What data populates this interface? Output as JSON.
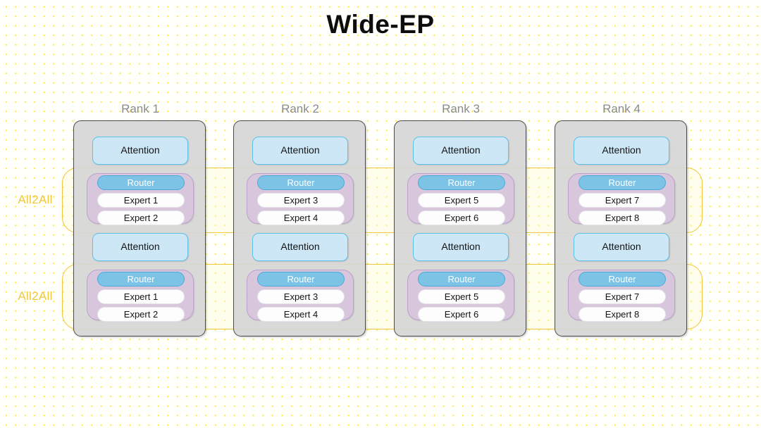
{
  "title": "Wide-EP",
  "theme": {
    "background": "#fffffb",
    "dot_color": "#ffe93a",
    "rank_box_fill": "#d6d6d6",
    "rank_box_border": "#4a4a4a",
    "attention_fill": "#cde7f7",
    "attention_border": "#5cc2ea",
    "moe_fill": "#d8c4dc",
    "moe_border": "#bda0cd",
    "router_fill": "#7cc3e6",
    "router_text": "#ffffff",
    "expert_fill": "#fdfdfd",
    "all2all_color": "#f2c73c",
    "rank_label_color": "#8a8a8a"
  },
  "all2all": {
    "bands": [
      {
        "label": "All2All"
      },
      {
        "label": "All2All"
      }
    ]
  },
  "ranks": [
    {
      "title": "Rank 1",
      "layers": [
        {
          "attention": "Attention",
          "router": "Router",
          "experts": [
            "Expert 1",
            "Expert 2"
          ]
        },
        {
          "attention": "Attention",
          "router": "Router",
          "experts": [
            "Expert 1",
            "Expert 2"
          ]
        }
      ]
    },
    {
      "title": "Rank 2",
      "layers": [
        {
          "attention": "Attention",
          "router": "Router",
          "experts": [
            "Expert 3",
            "Expert 4"
          ]
        },
        {
          "attention": "Attention",
          "router": "Router",
          "experts": [
            "Expert 3",
            "Expert 4"
          ]
        }
      ]
    },
    {
      "title": "Rank 3",
      "layers": [
        {
          "attention": "Attention",
          "router": "Router",
          "experts": [
            "Expert 5",
            "Expert 6"
          ]
        },
        {
          "attention": "Attention",
          "router": "Router",
          "experts": [
            "Expert 5",
            "Expert 6"
          ]
        }
      ]
    },
    {
      "title": "Rank 4",
      "layers": [
        {
          "attention": "Attention",
          "router": "Router",
          "experts": [
            "Expert 7",
            "Expert 8"
          ]
        },
        {
          "attention": "Attention",
          "router": "Router",
          "experts": [
            "Expert 7",
            "Expert 8"
          ]
        }
      ]
    }
  ]
}
